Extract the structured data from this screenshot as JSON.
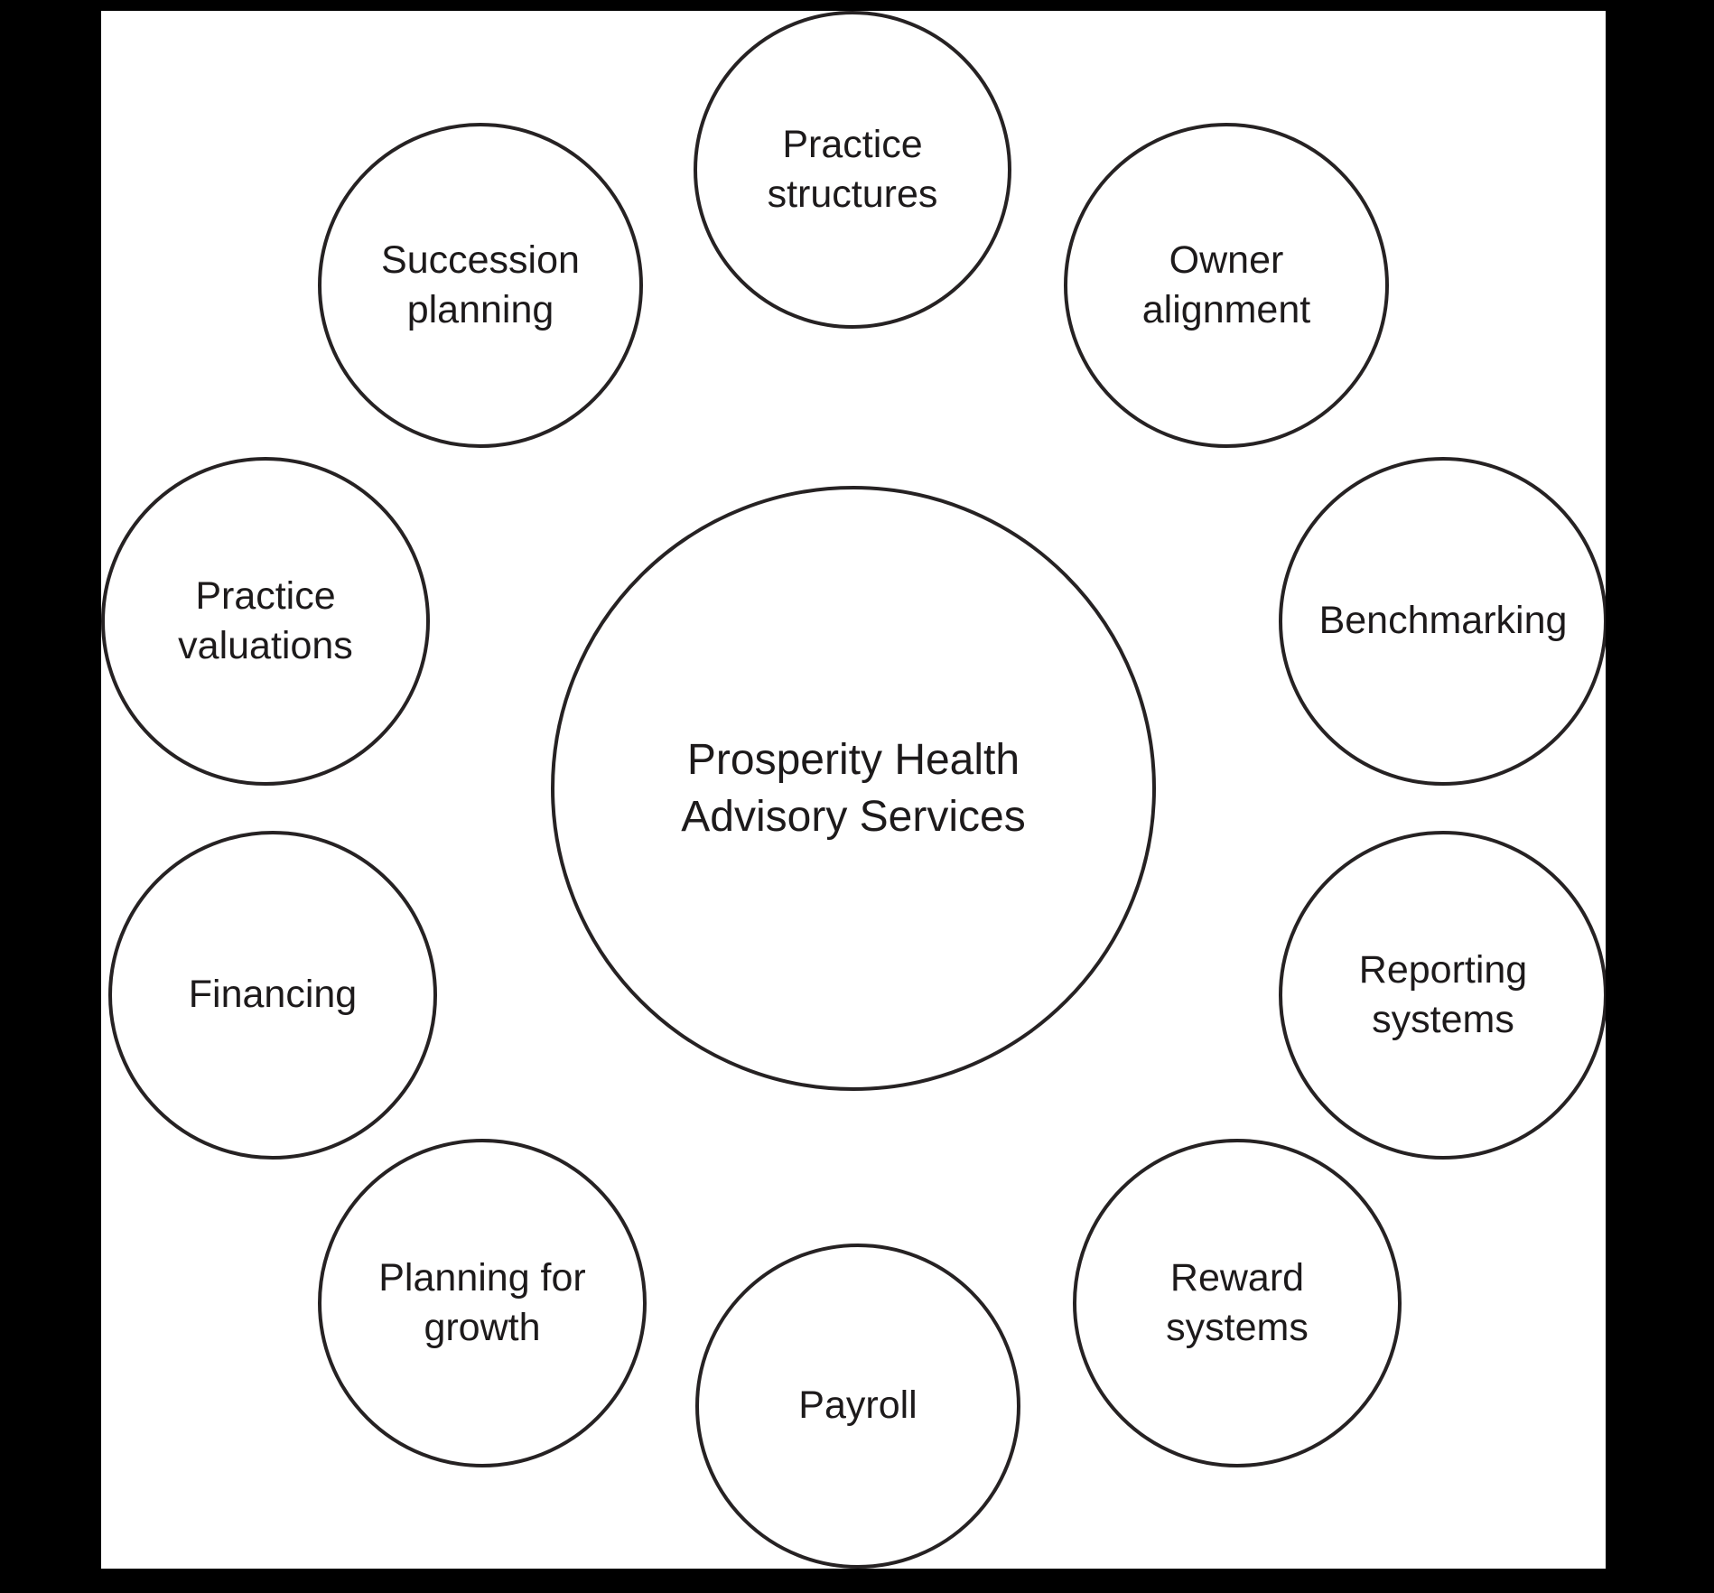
{
  "diagram": {
    "center_label": "Prosperity Health\nAdvisory Services",
    "satellites": [
      {
        "id": "practice-structures",
        "label": "Practice\nstructures"
      },
      {
        "id": "owner-alignment",
        "label": "Owner\nalignment"
      },
      {
        "id": "benchmarking",
        "label": "Benchmarking"
      },
      {
        "id": "reporting-systems",
        "label": "Reporting\nsystems"
      },
      {
        "id": "reward-systems",
        "label": "Reward\nsystems"
      },
      {
        "id": "payroll",
        "label": "Payroll"
      },
      {
        "id": "planning-for-growth",
        "label": "Planning for\ngrowth"
      },
      {
        "id": "financing",
        "label": "Financing"
      },
      {
        "id": "practice-valuations",
        "label": "Practice\nvaluations"
      },
      {
        "id": "succession-planning",
        "label": "Succession\nplanning"
      }
    ],
    "colors": {
      "background": "#000000",
      "page": "#ffffff",
      "stroke": "#262223",
      "text": "#1d1a1b"
    }
  }
}
